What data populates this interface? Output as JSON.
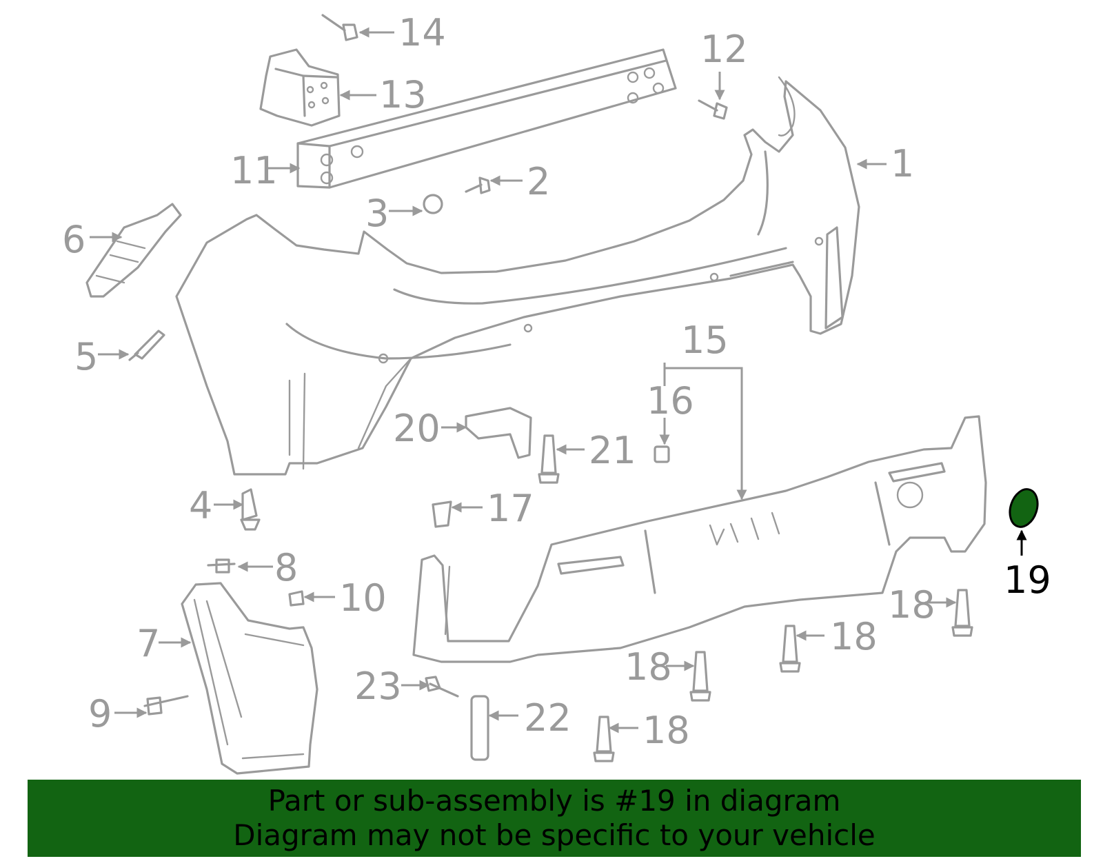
{
  "callouts": {
    "c1": "1",
    "c2": "2",
    "c3": "3",
    "c4": "4",
    "c5": "5",
    "c6": "6",
    "c7": "7",
    "c8": "8",
    "c9": "9",
    "c10": "10",
    "c11": "11",
    "c12": "12",
    "c13": "13",
    "c14": "14",
    "c15": "15",
    "c16": "16",
    "c17": "17",
    "c18a": "18",
    "c18b": "18",
    "c18c": "18",
    "c18d": "18",
    "c19": "19",
    "c20": "20",
    "c21": "21",
    "c22": "22",
    "c23": "23"
  },
  "highlight": {
    "part": "19",
    "color": "#126412",
    "outline": "#000000"
  },
  "banner": {
    "line1": "Part or sub-assembly is #19 in diagram",
    "line2": "Diagram may not be specific to your vehicle",
    "background": "#126412"
  }
}
